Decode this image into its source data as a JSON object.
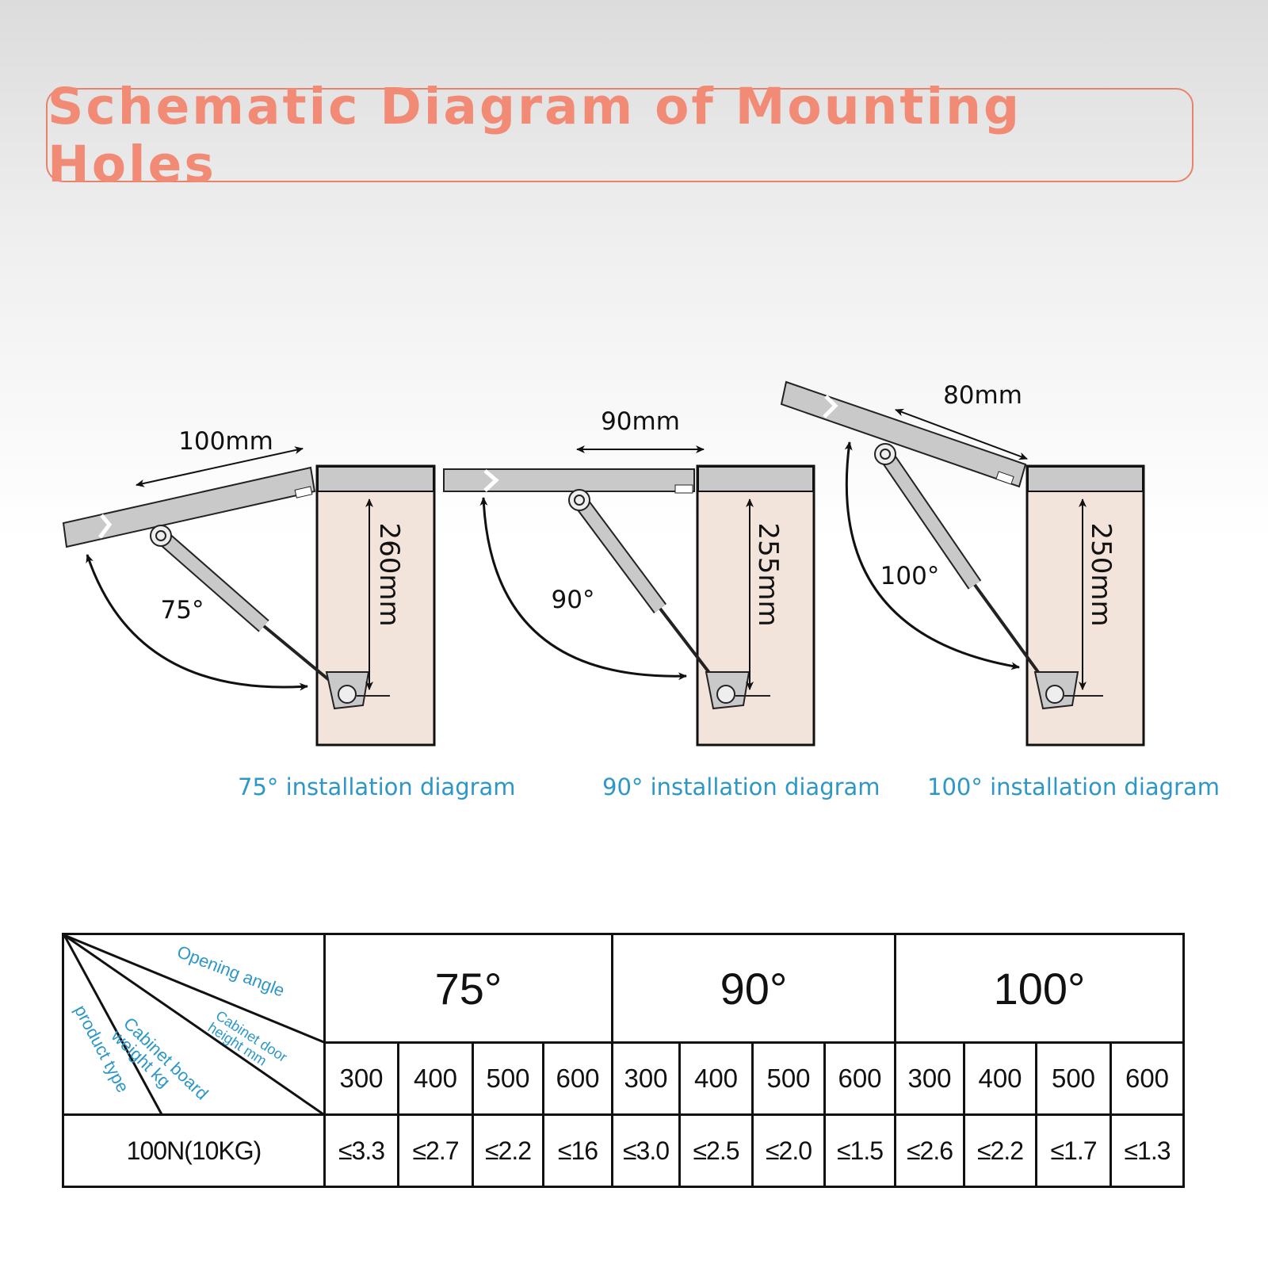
{
  "title": "Schematic Diagram of Mounting Holes",
  "diagrams": [
    {
      "angle": "75°",
      "width_dim": "100mm",
      "height_dim": "260mm",
      "caption": "75° installation diagram"
    },
    {
      "angle": "90°",
      "width_dim": "90mm",
      "height_dim": "255mm",
      "caption": "90° installation diagram"
    },
    {
      "angle": "100°",
      "width_dim": "80mm",
      "height_dim": "250mm",
      "caption": "100° installation diagram"
    }
  ],
  "table": {
    "corner_labels": {
      "opening_angle": "Opening angle",
      "door_height": "Cabinet door height mm",
      "board_weight": "Cabinet board weight kg",
      "product_type": "product type"
    },
    "angles": [
      "75°",
      "90°",
      "100°"
    ],
    "heights": [
      "300",
      "400",
      "500",
      "600",
      "300",
      "400",
      "500",
      "600",
      "300",
      "400",
      "500",
      "600"
    ],
    "product": "100N(10KG)",
    "values": [
      "≤3.3",
      "≤2.7",
      "≤2.2",
      "≤16",
      "≤3.0",
      "≤2.5",
      "≤2.0",
      "≤1.5",
      "≤2.6",
      "≤2.2",
      "≤1.7",
      "≤1.3"
    ]
  },
  "colors": {
    "title": "#f28b75",
    "caption": "#2d97c8",
    "cabinet": "#f3e4db",
    "panel": "#c9c9c9"
  }
}
